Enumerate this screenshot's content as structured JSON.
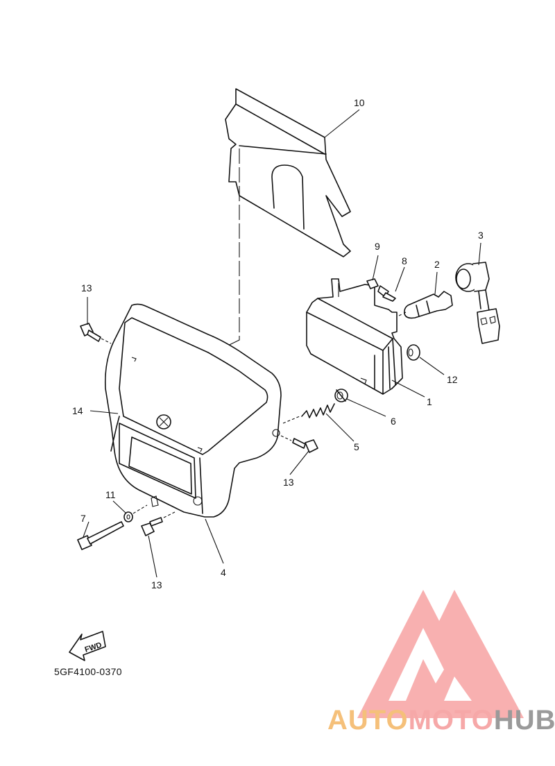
{
  "diagram": {
    "part_code": "5GF4100-0370",
    "fwd_label": "FWD",
    "callouts": {
      "c1": "1",
      "c2": "2",
      "c3": "3",
      "c4": "4",
      "c5": "5",
      "c6": "6",
      "c7": "7",
      "c8": "8",
      "c9": "9",
      "c10": "10",
      "c11": "11",
      "c12": "12",
      "c13a": "13",
      "c13b": "13",
      "c13c": "13",
      "c14": "14"
    }
  },
  "watermark": {
    "part1": "AUTO",
    "part2": "MOTO",
    "part3": "HUB",
    "colors": {
      "auto": "#f5c07a",
      "moto": "#f6a8a8",
      "hub": "#9a9a9a",
      "logo": "#f7a3a3"
    }
  }
}
